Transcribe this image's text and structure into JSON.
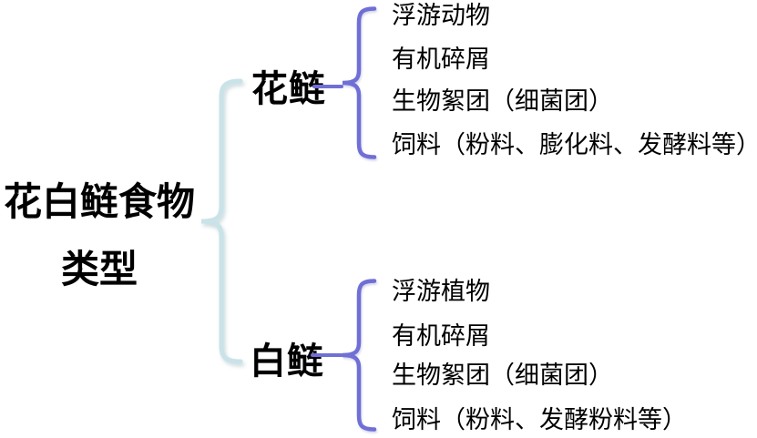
{
  "diagram": {
    "root": {
      "title_line1": "花白鲢食物",
      "title_line2": "类型"
    },
    "branches": [
      {
        "label": "花鲢",
        "items": [
          "浮游动物",
          "有机碎屑",
          "生物絮团（细菌团）",
          "饲料（粉料、膨化料、发酵料等）"
        ]
      },
      {
        "label": "白鲢",
        "items": [
          "浮游植物",
          "有机碎屑",
          "生物絮团（细菌团）",
          "饲料（粉料、发酵粉料等）"
        ]
      }
    ],
    "colors": {
      "root_brace": "#C9E3E8",
      "branch_brace": "#6F6FD6",
      "text": "#000000",
      "background": "#FFFFFF"
    }
  }
}
